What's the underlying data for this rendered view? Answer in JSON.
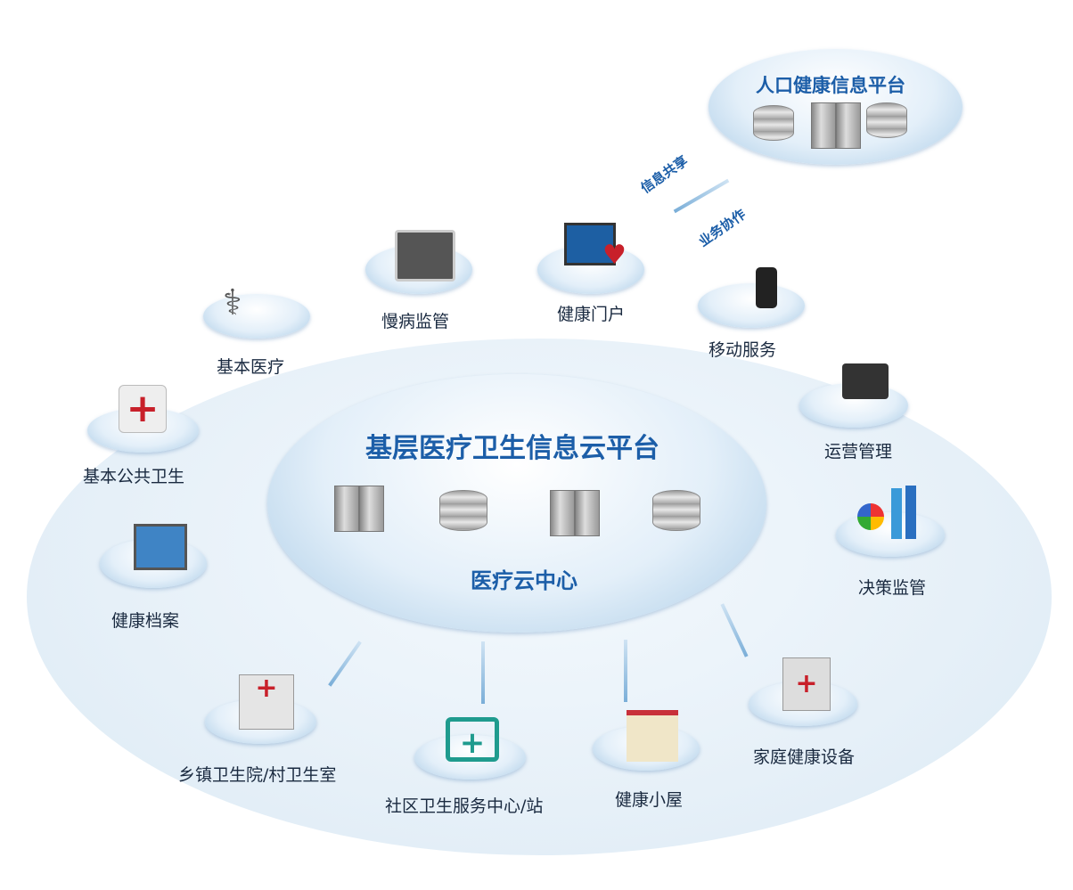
{
  "top_platform": {
    "title": "人口健康信息平台"
  },
  "exchange": {
    "share": "信息共享",
    "collab": "业务协作"
  },
  "center": {
    "title": "基层医疗卫生信息云平台",
    "subtitle": "医疗云中心"
  },
  "nodes": {
    "chronic": "慢病监管",
    "portal": "健康门户",
    "mobile": "移动服务",
    "basic_medical": "基本医疗",
    "public_health": "基本公共卫生",
    "operations": "运营管理",
    "decision": "决策监管",
    "records": "健康档案",
    "township": "乡镇卫生院/村卫生室",
    "community": "社区卫生服务中心/站",
    "hut": "健康小屋",
    "home_device": "家庭健康设备"
  },
  "colors": {
    "title": "#1c5ea8",
    "text": "#1a2a40"
  }
}
